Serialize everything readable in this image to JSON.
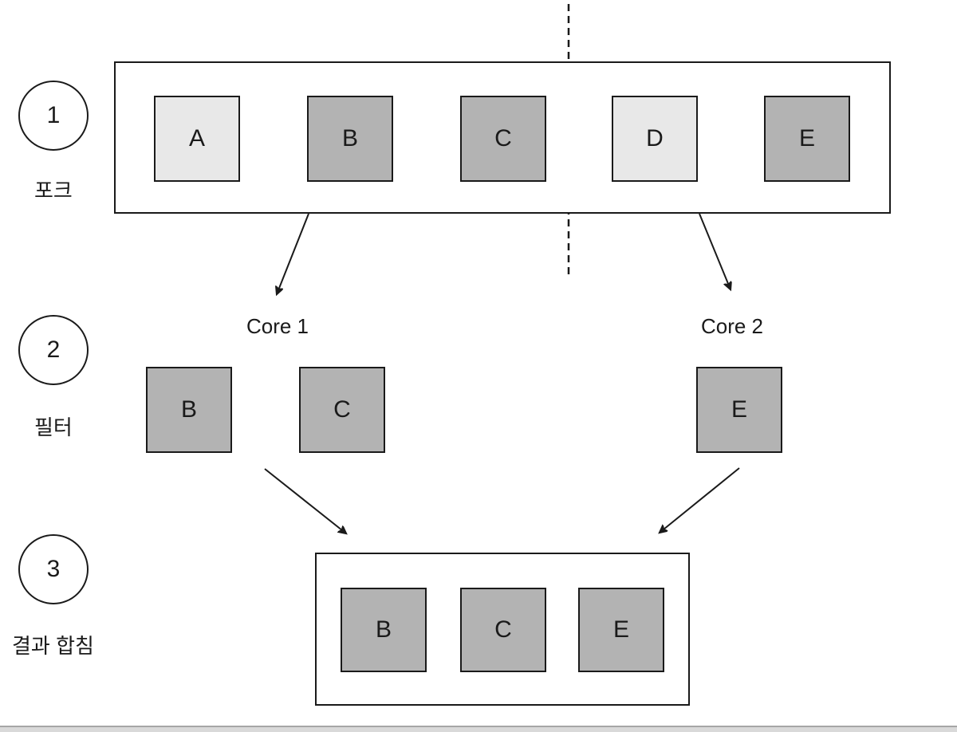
{
  "colors": {
    "box_dark": "#b3b3b3",
    "box_light": "#e8e8e8",
    "stroke": "#1a1a1a",
    "bottom_bar": "#d9d9d9"
  },
  "steps": [
    {
      "number": "1",
      "label": "포크"
    },
    {
      "number": "2",
      "label": "필터"
    },
    {
      "number": "3",
      "label": "결과 합침"
    }
  ],
  "fork_row": {
    "boxes": [
      {
        "label": "A",
        "tone": "light"
      },
      {
        "label": "B",
        "tone": "dark"
      },
      {
        "label": "C",
        "tone": "dark"
      },
      {
        "label": "D",
        "tone": "light"
      },
      {
        "label": "E",
        "tone": "dark"
      }
    ]
  },
  "filter_row": {
    "cores": [
      {
        "label": "Core 1",
        "boxes": [
          {
            "label": "B"
          },
          {
            "label": "C"
          }
        ]
      },
      {
        "label": "Core 2",
        "boxes": [
          {
            "label": "E"
          }
        ]
      }
    ]
  },
  "merge_row": {
    "boxes": [
      {
        "label": "B"
      },
      {
        "label": "C"
      },
      {
        "label": "E"
      }
    ]
  }
}
